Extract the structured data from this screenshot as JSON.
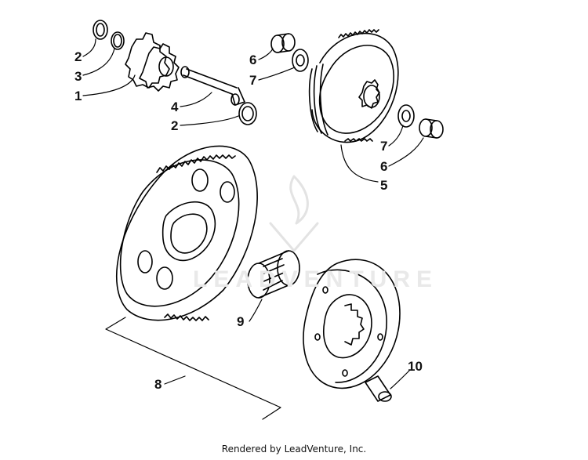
{
  "diagram": {
    "callouts": {
      "c2a": "2",
      "c3": "3",
      "c1": "1",
      "c4": "4",
      "c2b": "2",
      "c6a": "6",
      "c7a": "7",
      "c7b": "7",
      "c6b": "6",
      "c5": "5",
      "c9": "9",
      "c8": "8",
      "c10": "10"
    },
    "watermark": "LEADVENTURE",
    "footer": "Rendered by LeadVenture, Inc."
  }
}
